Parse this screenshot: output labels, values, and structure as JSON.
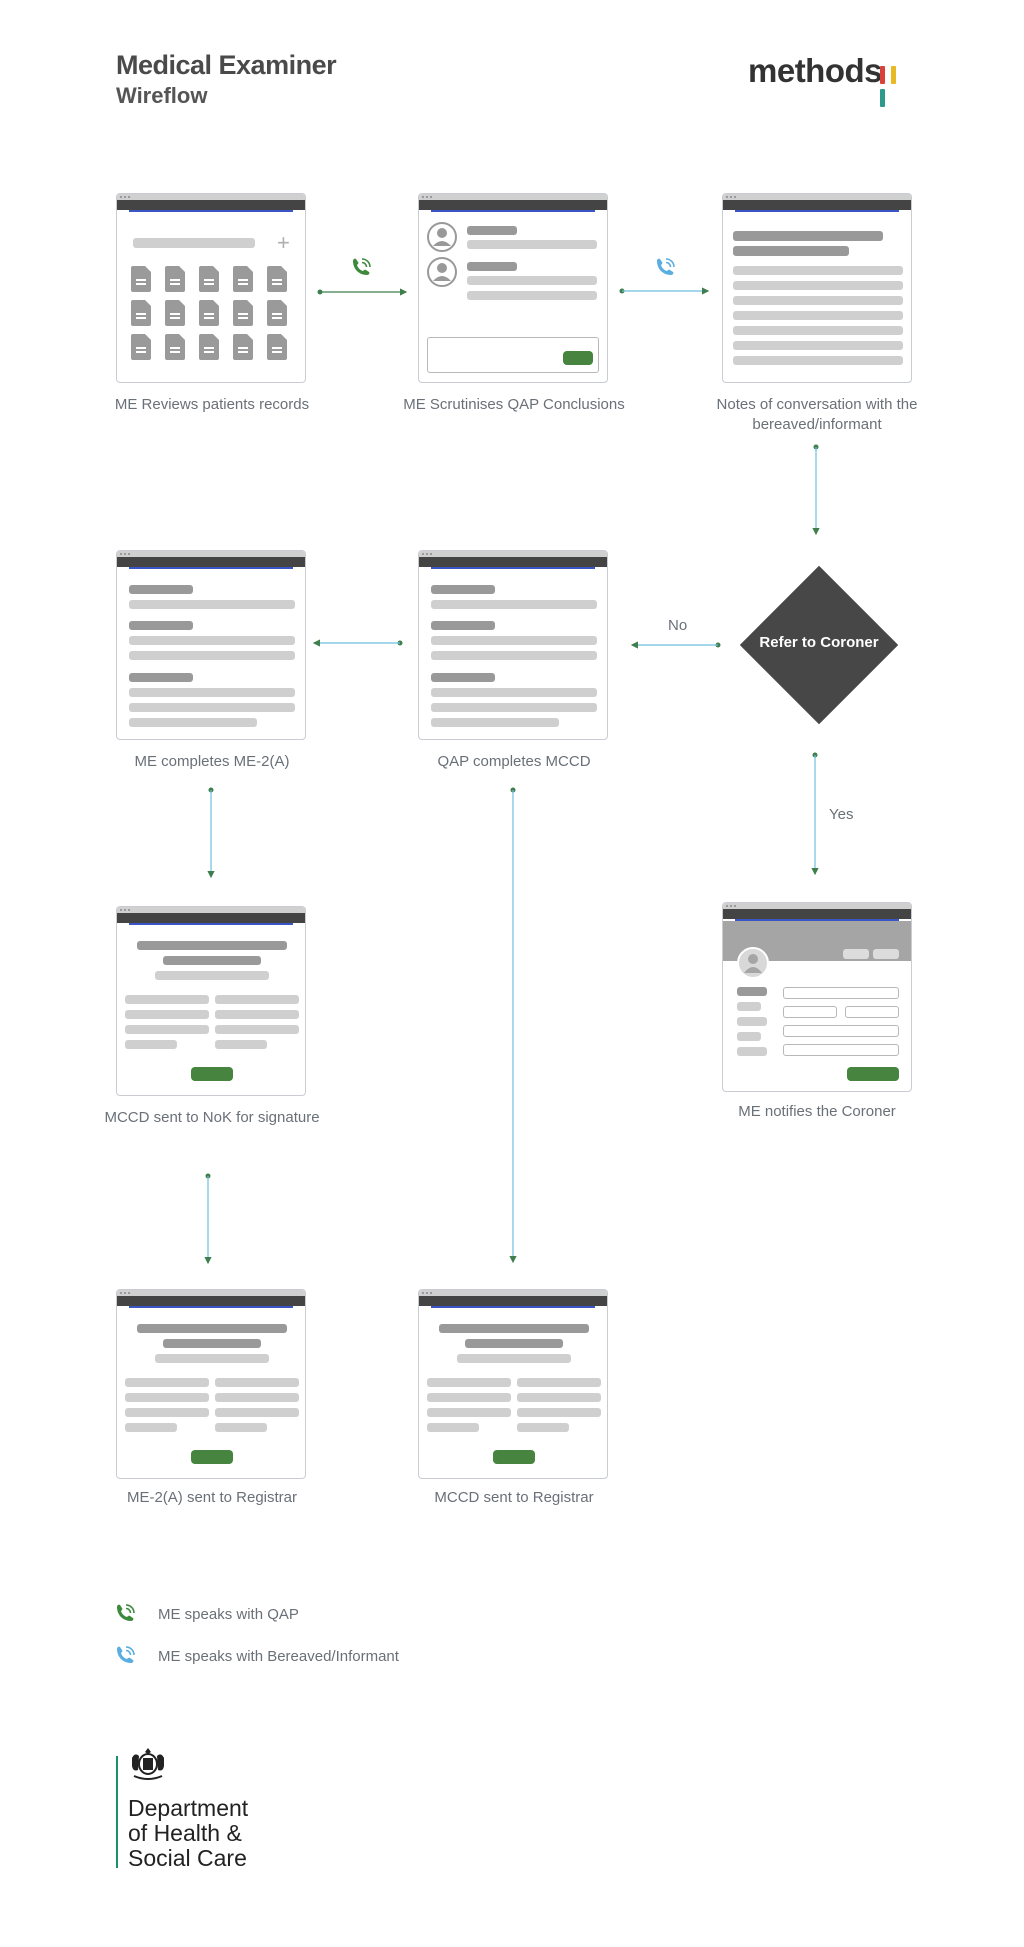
{
  "header": {
    "title": "Medical Examiner",
    "subtitle": "Wireflow",
    "logo_text": "methods",
    "logo_colors": [
      "#d9413b",
      "#e8b923",
      "#2d9a8c"
    ]
  },
  "colors": {
    "qap_call": "#3d8a3d",
    "bereaved_call": "#5aaee0",
    "arrow_green": "#3f7f4d",
    "arrow_blue": "#6fbfe0",
    "diamond": "#474747",
    "button_green": "#46843f",
    "accent_blue": "#3a55c7"
  },
  "nodes": {
    "review_records": "ME Reviews patients records",
    "scrutinise_qap": "ME Scrutinises QAP Conclusions",
    "notes_conversation": "Notes of conversation with the bereaved/informant",
    "refer_to_coroner": "Refer to Coroner",
    "me_completes": "ME completes ME-2(A)",
    "qap_completes": "QAP completes MCCD",
    "mccd_nok": "MCCD sent to NoK for signature",
    "notify_coroner": "ME notifies the Coroner",
    "me2a_registrar": "ME-2(A) sent to Registrar",
    "mccd_registrar": "MCCD sent to Registrar"
  },
  "edges": {
    "no": "No",
    "yes": "Yes"
  },
  "legend": {
    "qap": "ME speaks with QAP",
    "bereaved": "ME speaks with Bereaved/Informant",
    "qap_icon": "phone-green-icon",
    "bereaved_icon": "phone-blue-icon"
  },
  "footer": {
    "org_line1": "Department",
    "org_line2": "of Health &",
    "org_line3": "Social Care",
    "crest_icon": "royal-crest-icon"
  }
}
